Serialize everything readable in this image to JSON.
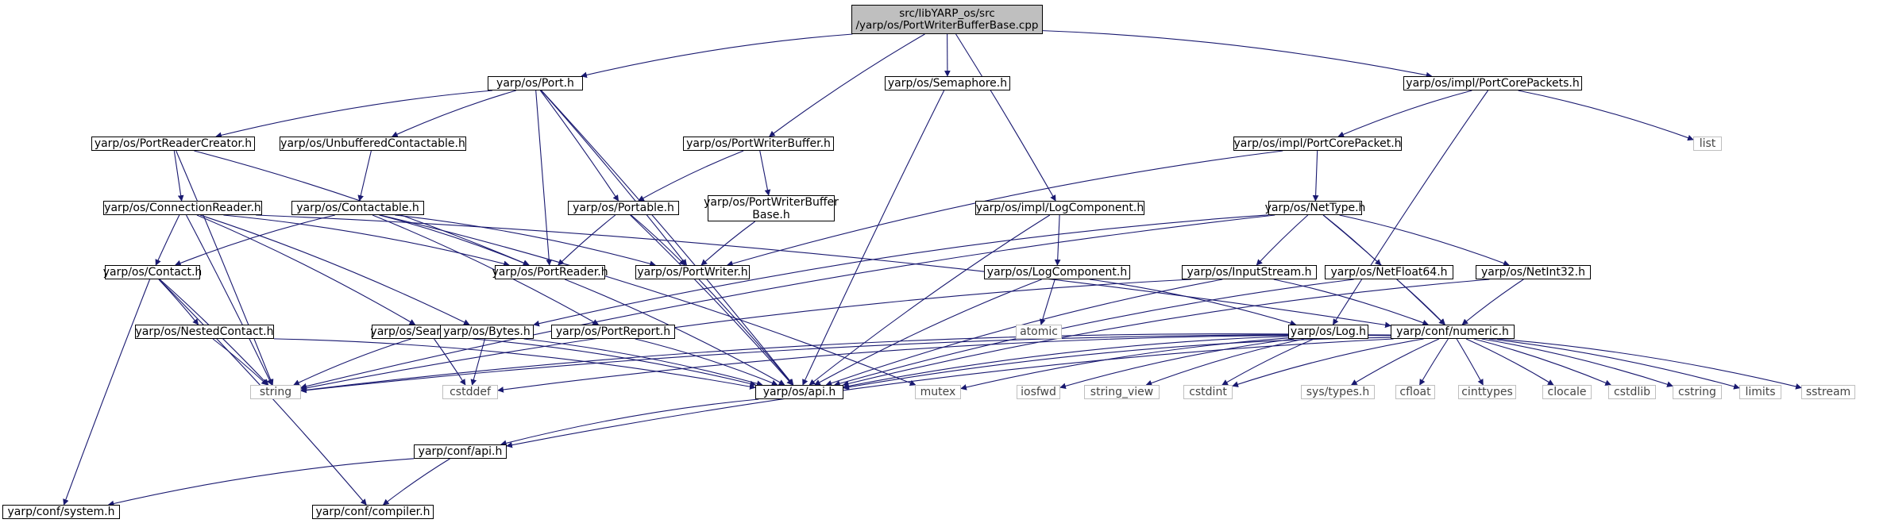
{
  "colors": {
    "edge": "#191970",
    "node_border": "#000000",
    "external_border": "#bfbfbf",
    "root_fill": "#bfbfbf"
  },
  "nodes": [
    {
      "id": "root",
      "label": "src/libYARP_os/src\n/yarp/os/PortWriterBufferBase.cpp",
      "kind": "root"
    },
    {
      "id": "port",
      "label": "yarp/os/Port.h",
      "kind": "header"
    },
    {
      "id": "semaphore",
      "label": "yarp/os/Semaphore.h",
      "kind": "header"
    },
    {
      "id": "portcorepackets",
      "label": "yarp/os/impl/PortCorePackets.h",
      "kind": "header"
    },
    {
      "id": "portreadercreator",
      "label": "yarp/os/PortReaderCreator.h",
      "kind": "header"
    },
    {
      "id": "unbuffered",
      "label": "yarp/os/UnbufferedContactable.h",
      "kind": "header"
    },
    {
      "id": "portwriterbuffer",
      "label": "yarp/os/PortWriterBuffer.h",
      "kind": "header"
    },
    {
      "id": "portcorepacket",
      "label": "yarp/os/impl/PortCorePacket.h",
      "kind": "header"
    },
    {
      "id": "list",
      "label": "list",
      "kind": "external"
    },
    {
      "id": "connectionreader",
      "label": "yarp/os/ConnectionReader.h",
      "kind": "header"
    },
    {
      "id": "contactable",
      "label": "yarp/os/Contactable.h",
      "kind": "header"
    },
    {
      "id": "portable",
      "label": "yarp/os/Portable.h",
      "kind": "header"
    },
    {
      "id": "pwbbase",
      "label": "yarp/os/PortWriterBuffer\nBase.h",
      "kind": "header"
    },
    {
      "id": "impllogcomponent",
      "label": "yarp/os/impl/LogComponent.h",
      "kind": "header"
    },
    {
      "id": "nettype",
      "label": "yarp/os/NetType.h",
      "kind": "header"
    },
    {
      "id": "contact",
      "label": "yarp/os/Contact.h",
      "kind": "header"
    },
    {
      "id": "portreader",
      "label": "yarp/os/PortReader.h",
      "kind": "header"
    },
    {
      "id": "portwriter",
      "label": "yarp/os/PortWriter.h",
      "kind": "header"
    },
    {
      "id": "logcomponent",
      "label": "yarp/os/LogComponent.h",
      "kind": "header"
    },
    {
      "id": "inputstream",
      "label": "yarp/os/InputStream.h",
      "kind": "header"
    },
    {
      "id": "netfloat64",
      "label": "yarp/os/NetFloat64.h",
      "kind": "header"
    },
    {
      "id": "netint32",
      "label": "yarp/os/NetInt32.h",
      "kind": "header"
    },
    {
      "id": "atomic",
      "label": "atomic",
      "kind": "external"
    },
    {
      "id": "nestedcontact",
      "label": "yarp/os/NestedContact.h",
      "kind": "header"
    },
    {
      "id": "searchable",
      "label": "yarp/os/Searchable.h",
      "kind": "header"
    },
    {
      "id": "bytes",
      "label": "yarp/os/Bytes.h",
      "kind": "header"
    },
    {
      "id": "portreport",
      "label": "yarp/os/PortReport.h",
      "kind": "header"
    },
    {
      "id": "log",
      "label": "yarp/os/Log.h",
      "kind": "header"
    },
    {
      "id": "numeric",
      "label": "yarp/conf/numeric.h",
      "kind": "header"
    },
    {
      "id": "string",
      "label": "string",
      "kind": "external"
    },
    {
      "id": "cstddef",
      "label": "cstddef",
      "kind": "external"
    },
    {
      "id": "api",
      "label": "yarp/os/api.h",
      "kind": "header"
    },
    {
      "id": "mutex",
      "label": "mutex",
      "kind": "external"
    },
    {
      "id": "iosfwd",
      "label": "iosfwd",
      "kind": "external"
    },
    {
      "id": "string_view",
      "label": "string_view",
      "kind": "external"
    },
    {
      "id": "cstdint",
      "label": "cstdint",
      "kind": "external"
    },
    {
      "id": "systypes",
      "label": "sys/types.h",
      "kind": "external"
    },
    {
      "id": "cfloat",
      "label": "cfloat",
      "kind": "external"
    },
    {
      "id": "cinttypes",
      "label": "cinttypes",
      "kind": "external"
    },
    {
      "id": "clocale",
      "label": "clocale",
      "kind": "external"
    },
    {
      "id": "cstdlib",
      "label": "cstdlib",
      "kind": "external"
    },
    {
      "id": "cstring",
      "label": "cstring",
      "kind": "external"
    },
    {
      "id": "limits",
      "label": "limits",
      "kind": "external"
    },
    {
      "id": "sstream",
      "label": "sstream",
      "kind": "external"
    },
    {
      "id": "confapi",
      "label": "yarp/conf/api.h",
      "kind": "header"
    },
    {
      "id": "system",
      "label": "yarp/conf/system.h",
      "kind": "header"
    },
    {
      "id": "compiler",
      "label": "yarp/conf/compiler.h",
      "kind": "header"
    }
  ],
  "edges": [
    [
      "root",
      "port"
    ],
    [
      "root",
      "portwriterbuffer"
    ],
    [
      "root",
      "semaphore"
    ],
    [
      "root",
      "impllogcomponent"
    ],
    [
      "root",
      "portcorepackets"
    ],
    [
      "port",
      "portreadercreator"
    ],
    [
      "port",
      "unbuffered"
    ],
    [
      "port",
      "portreader"
    ],
    [
      "port",
      "portable"
    ],
    [
      "port",
      "portwriter"
    ],
    [
      "port",
      "api"
    ],
    [
      "semaphore",
      "api"
    ],
    [
      "portcorepackets",
      "portcorepacket"
    ],
    [
      "portcorepackets",
      "list"
    ],
    [
      "portcorepackets",
      "log"
    ],
    [
      "portreadercreator",
      "connectionreader"
    ],
    [
      "portreadercreator",
      "portreader"
    ],
    [
      "portreadercreator",
      "string"
    ],
    [
      "unbuffered",
      "contactable"
    ],
    [
      "portwriterbuffer",
      "portable"
    ],
    [
      "portwriterbuffer",
      "pwbbase"
    ],
    [
      "portcorepacket",
      "nettype"
    ],
    [
      "portcorepacket",
      "portwriter"
    ],
    [
      "pwbbase",
      "portwriter"
    ],
    [
      "impllogcomponent",
      "logcomponent"
    ],
    [
      "impllogcomponent",
      "api"
    ],
    [
      "connectionreader",
      "contact"
    ],
    [
      "connectionreader",
      "searchable"
    ],
    [
      "connectionreader",
      "bytes"
    ],
    [
      "connectionreader",
      "numeric"
    ],
    [
      "connectionreader",
      "portreader"
    ],
    [
      "connectionreader",
      "string"
    ],
    [
      "contactable",
      "contact"
    ],
    [
      "contactable",
      "portreader"
    ],
    [
      "contactable",
      "portwriter"
    ],
    [
      "contactable",
      "portreport"
    ],
    [
      "contactable",
      "mutex"
    ],
    [
      "portable",
      "portreader"
    ],
    [
      "portable",
      "portwriter"
    ],
    [
      "portable",
      "api"
    ],
    [
      "nettype",
      "inputstream"
    ],
    [
      "nettype",
      "netfloat64"
    ],
    [
      "nettype",
      "netint32"
    ],
    [
      "nettype",
      "bytes"
    ],
    [
      "nettype",
      "numeric"
    ],
    [
      "nettype",
      "string"
    ],
    [
      "contact",
      "nestedcontact"
    ],
    [
      "contact",
      "string"
    ],
    [
      "contact",
      "system"
    ],
    [
      "contact",
      "compiler"
    ],
    [
      "portreader",
      "api"
    ],
    [
      "portwriter",
      "api"
    ],
    [
      "logcomponent",
      "atomic"
    ],
    [
      "logcomponent",
      "log"
    ],
    [
      "logcomponent",
      "api"
    ],
    [
      "inputstream",
      "numeric"
    ],
    [
      "inputstream",
      "api"
    ],
    [
      "inputstream",
      "string"
    ],
    [
      "netfloat64",
      "numeric"
    ],
    [
      "netfloat64",
      "api"
    ],
    [
      "netint32",
      "numeric"
    ],
    [
      "netint32",
      "api"
    ],
    [
      "nestedcontact",
      "string"
    ],
    [
      "nestedcontact",
      "api"
    ],
    [
      "searchable",
      "string"
    ],
    [
      "searchable",
      "cstddef"
    ],
    [
      "searchable",
      "api"
    ],
    [
      "bytes",
      "cstddef"
    ],
    [
      "bytes",
      "api"
    ],
    [
      "portreport",
      "api"
    ],
    [
      "log",
      "api"
    ],
    [
      "log",
      "iosfwd"
    ],
    [
      "log",
      "string_view"
    ],
    [
      "log",
      "cstdint"
    ],
    [
      "log",
      "string"
    ],
    [
      "log",
      "mutex"
    ],
    [
      "numeric",
      "api"
    ],
    [
      "numeric",
      "confapi"
    ],
    [
      "numeric",
      "cstddef"
    ],
    [
      "numeric",
      "cstdint"
    ],
    [
      "numeric",
      "systypes"
    ],
    [
      "numeric",
      "cfloat"
    ],
    [
      "numeric",
      "cinttypes"
    ],
    [
      "numeric",
      "clocale"
    ],
    [
      "numeric",
      "cstdlib"
    ],
    [
      "numeric",
      "cstring"
    ],
    [
      "numeric",
      "limits"
    ],
    [
      "numeric",
      "sstream"
    ],
    [
      "numeric",
      "string"
    ],
    [
      "api",
      "confapi"
    ],
    [
      "confapi",
      "system"
    ],
    [
      "confapi",
      "compiler"
    ]
  ]
}
